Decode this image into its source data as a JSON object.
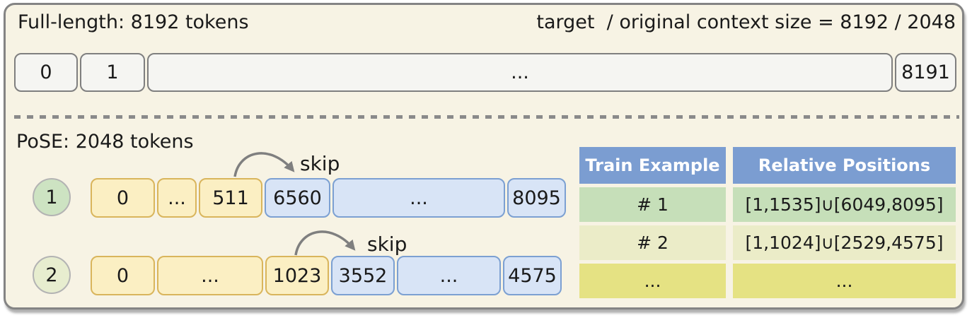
{
  "top": {
    "full_length_label": "Full-length: 8192 tokens",
    "ratio_label": "target  / original context size = 8192 / 2048",
    "bar_tokens": [
      "0",
      "1",
      "...",
      "8191"
    ]
  },
  "pose": {
    "label": "PoSE: 2048 tokens",
    "rows": [
      {
        "badge": "1",
        "skip_label": "skip",
        "chunks": [
          {
            "text": "0"
          },
          {
            "text": "..."
          },
          {
            "text": "511"
          },
          {
            "text": "6560"
          },
          {
            "text": "..."
          },
          {
            "text": "8095"
          }
        ]
      },
      {
        "badge": "2",
        "skip_label": "skip",
        "chunks": [
          {
            "text": "0"
          },
          {
            "text": "..."
          },
          {
            "text": "1023"
          },
          {
            "text": "3552"
          },
          {
            "text": "..."
          },
          {
            "text": "4575"
          }
        ]
      }
    ]
  },
  "table": {
    "headers": [
      "Train Example",
      "Relative Positions"
    ],
    "rows": [
      [
        "# 1",
        "[1,1535]∪[6049,8095]"
      ],
      [
        "# 2",
        "[1,1024]∪[2529,4575]"
      ],
      [
        "...",
        "..."
      ]
    ]
  },
  "colors": {
    "figure_background": "#f7f3e4",
    "figure_border": "#848484",
    "plain_token_bg": "#f5f5f2",
    "plain_token_border": "#7f7f7f",
    "yellow_chunk_bg": "#fbefc3",
    "yellow_chunk_border": "#d9b55c",
    "blue_chunk_bg": "#d8e4f6",
    "blue_chunk_border": "#7ca0d2",
    "badge1_bg": "#cde3c2",
    "badge2_bg": "#e7edcf",
    "table_header_bg": "#7b9dd1",
    "table_row1_bg": "#c6dfb9",
    "table_row2_bg": "#ebecc8",
    "table_row3_bg": "#e5e283",
    "arrow": "#7f7f7f"
  }
}
